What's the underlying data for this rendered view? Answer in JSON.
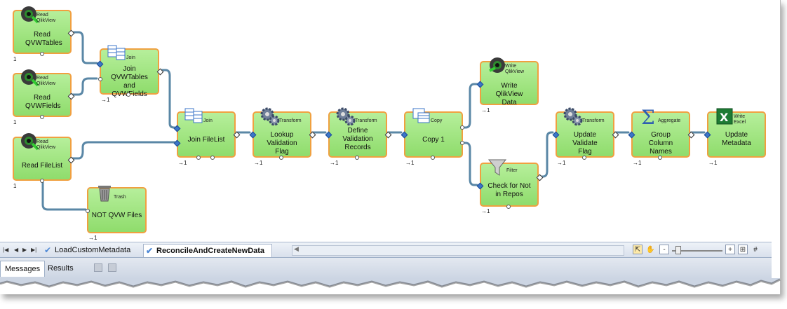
{
  "nodes": {
    "read_qvwtables": {
      "cat": "Read QlikView",
      "title": "Read QVWTables",
      "count": "1"
    },
    "read_qvwfields": {
      "cat": "Read QlikView",
      "title": "Read QVWFields",
      "count": "1"
    },
    "read_filelist": {
      "cat": "Read QlikView",
      "title": "Read FileList",
      "count": "1"
    },
    "join1": {
      "cat": "Join",
      "title": "Join QVWTables and QVWFields",
      "count": "1"
    },
    "trash": {
      "cat": "Trash",
      "title": "NOT QVW Files",
      "count": "1"
    },
    "join_filelist": {
      "cat": "Join",
      "title": "Join FileList",
      "count": "1"
    },
    "lookup": {
      "cat": "Transform",
      "title": "Lookup Validation Flag",
      "count": "1"
    },
    "define": {
      "cat": "Transform",
      "title": "Define Validation Records",
      "count": "1"
    },
    "copy": {
      "cat": "Copy",
      "title": "Copy 1",
      "count": "1"
    },
    "write_qlikview": {
      "cat": "Write QlikView",
      "title": "Write QlikView Data",
      "count": "1"
    },
    "filter": {
      "cat": "Filter",
      "title": "Check for Not in Repos",
      "count": "1"
    },
    "update_flag": {
      "cat": "Transform",
      "title": "Update Validate Flag",
      "count": "1"
    },
    "aggregate": {
      "cat": "Aggregate",
      "title": "Group Column Names",
      "count": "1"
    },
    "write_excel": {
      "cat": "Write Excel",
      "title": "Update Metadata",
      "count": "1"
    }
  },
  "tabs": {
    "tab1": "LoadCustomMetadata",
    "tab2": "ReconcileAndCreateNewData"
  },
  "panel": {
    "messages": "Messages",
    "results": "Results"
  },
  "zoom": {
    "level": 0.12
  },
  "colors": {
    "node_fill": "#9ee37d",
    "node_border": "#f0a040",
    "wire": "#5a87a6",
    "accent": "#3b76c8"
  }
}
